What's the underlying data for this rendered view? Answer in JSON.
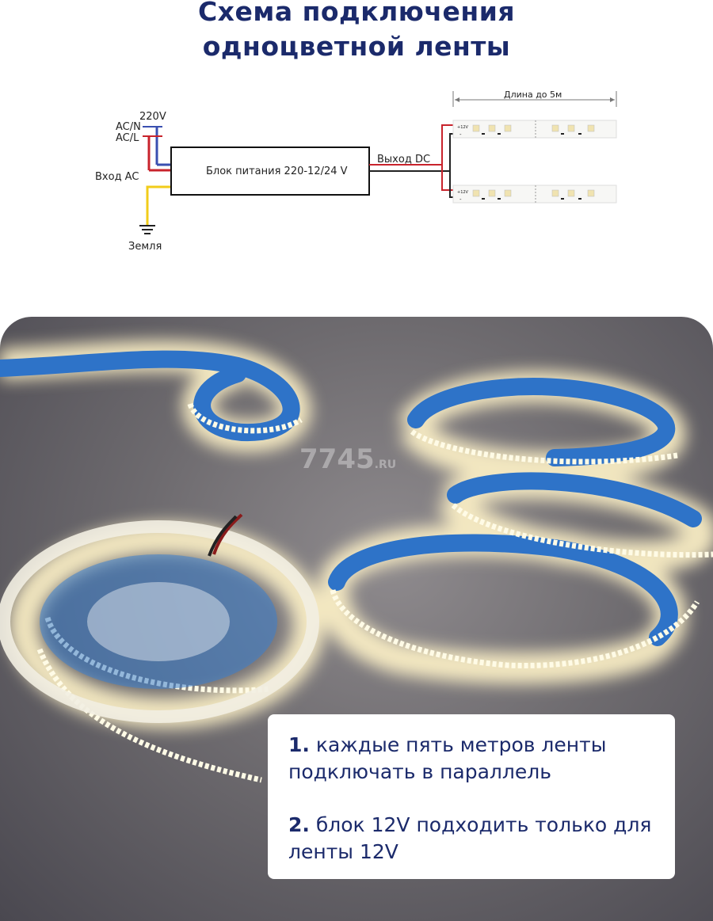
{
  "title": {
    "line1": "Схема подключения",
    "line2": "одноцветной ленты"
  },
  "diagram": {
    "voltage": "220V",
    "ac_n": "AC/N",
    "ac_l": "AC/L",
    "input_ac": "Вход AC",
    "ground": "Земля",
    "psu": "Блок питания 220-12/24 V",
    "output_dc": "Выход DC",
    "length": "Длина до 5м",
    "strip_plus": "+12V",
    "strip_minus": "-",
    "wire_colors": {
      "neutral": "#3a4fb0",
      "live": "#c8232c",
      "ground": "#f2cc1a",
      "dc_plus": "#c8232c",
      "dc_minus": "#222222"
    }
  },
  "photo": {
    "watermark": "7745",
    "watermark_suffix": ".RU"
  },
  "notes": [
    {
      "num": "1.",
      "text": " каждые пять метров ленты подключать в параллель"
    },
    {
      "num": "2.",
      "text": " блок 12V подходить только для ленты 12V"
    }
  ]
}
